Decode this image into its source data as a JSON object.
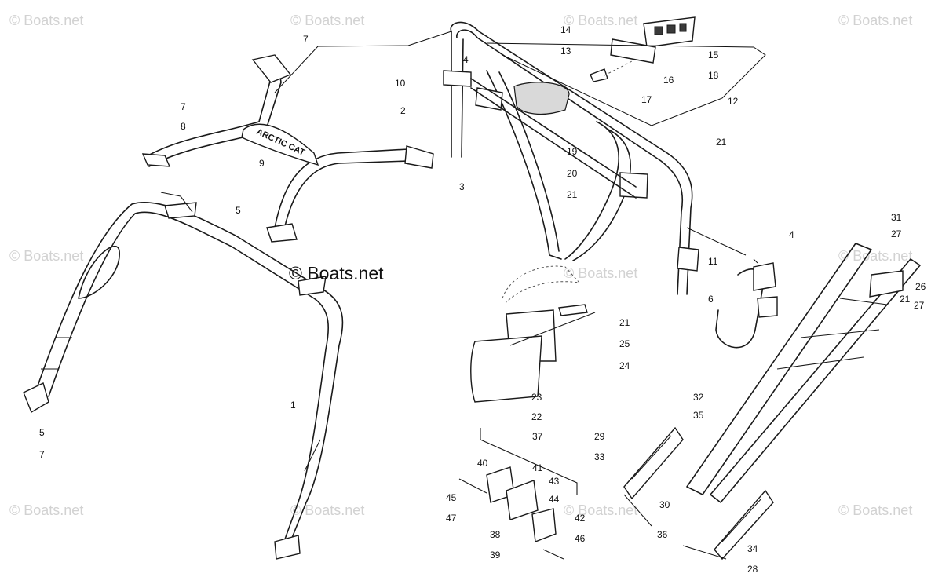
{
  "copyright_notice": "© Boats.net",
  "watermark_text": "© Boats.net",
  "decal_text": "ARCTIC CAT",
  "callouts": [
    "1",
    "2",
    "3",
    "4",
    "4",
    "5",
    "5",
    "6",
    "7",
    "7",
    "7",
    "8",
    "9",
    "10",
    "11",
    "12",
    "13",
    "14",
    "15",
    "16",
    "17",
    "18",
    "19",
    "20",
    "21",
    "21",
    "21",
    "21",
    "22",
    "23",
    "24",
    "25",
    "26",
    "27",
    "27",
    "28",
    "29",
    "30",
    "31",
    "32",
    "33",
    "34",
    "35",
    "36",
    "37",
    "38",
    "39",
    "40",
    "41",
    "42",
    "43",
    "44",
    "45",
    "46",
    "47"
  ],
  "colors": {
    "line": "#1a1a1a",
    "watermark": "#d2d2d2",
    "background": "#ffffff"
  }
}
